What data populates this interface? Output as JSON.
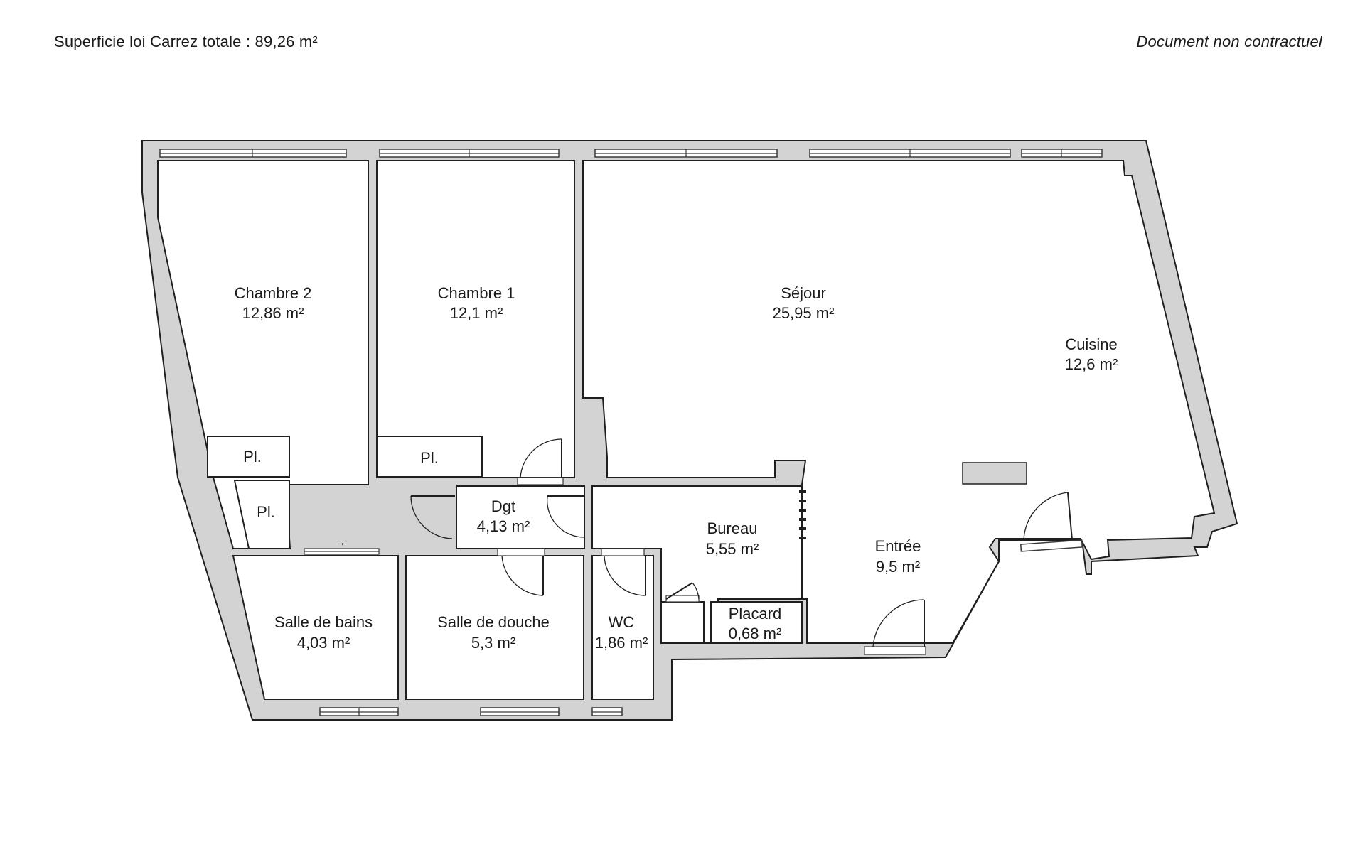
{
  "header": {
    "total_area": "Superficie loi Carrez totale : 89,26 m²",
    "disclaimer": "Document non contractuel"
  },
  "rooms": [
    {
      "name": "Chambre 2",
      "area": "12,86 m²"
    },
    {
      "name": "Chambre 1",
      "area": "12,1 m²"
    },
    {
      "name": "Séjour",
      "area": "25,95 m²"
    },
    {
      "name": "Cuisine",
      "area": "12,6 m²"
    },
    {
      "name": "Dgt",
      "area": "4,13 m²"
    },
    {
      "name": "Bureau",
      "area": "5,55 m²"
    },
    {
      "name": "Entrée",
      "area": "9,5 m²"
    },
    {
      "name": "Salle de bains",
      "area": "4,03 m²"
    },
    {
      "name": "Salle de douche",
      "area": "5,3 m²"
    },
    {
      "name": "WC",
      "area": "1,86 m²"
    },
    {
      "name": "Placard",
      "area": "0,68 m²"
    }
  ],
  "closets": [
    "Pl.",
    "Pl.",
    "Pl."
  ],
  "colors": {
    "wall": "#d3d3d3",
    "line": "#1f1f1f",
    "floor": "#ffffff"
  }
}
